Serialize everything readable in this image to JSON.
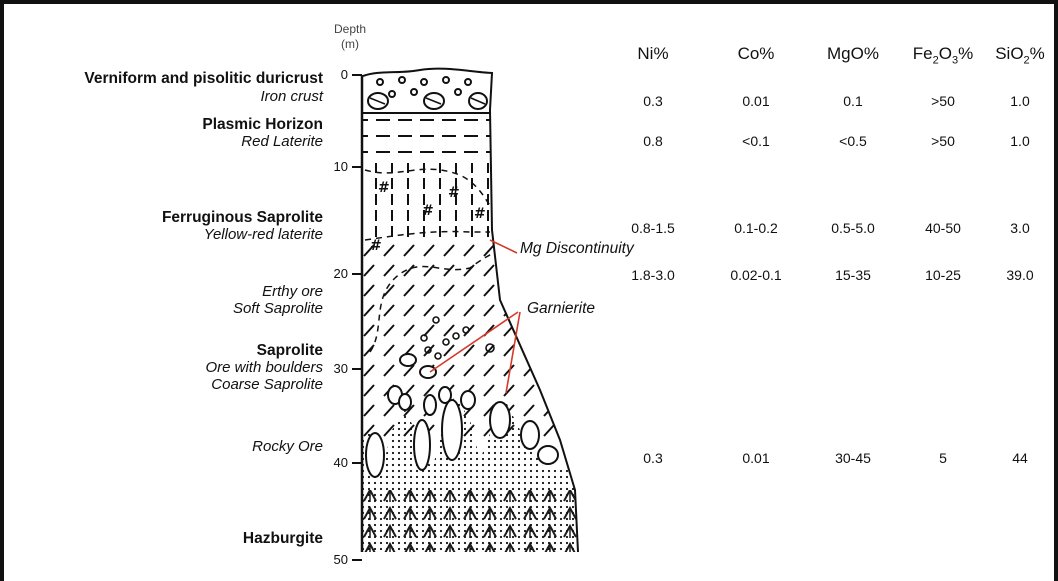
{
  "depth_axis": {
    "title_line1": "Depth",
    "title_line2": "(m)",
    "ticks": [
      "0",
      "10",
      "20",
      "30",
      "40",
      "50"
    ]
  },
  "layers": [
    {
      "name": "Verniform and pisolitic duricrust",
      "desc": ""
    },
    {
      "name": "",
      "desc": "Iron crust"
    },
    {
      "name": "Plasmic Horizon",
      "desc": "Red Laterite"
    },
    {
      "name": "Ferruginous Saprolite",
      "desc": "Yellow-red laterite"
    },
    {
      "name": "",
      "desc": "Erthy ore"
    },
    {
      "name": "",
      "desc": "Soft Saprolite"
    },
    {
      "name": "Saprolite",
      "desc": "Ore with boulders"
    },
    {
      "name": "",
      "desc": "Coarse Saprolite"
    },
    {
      "name": "",
      "desc": "Rocky Ore"
    },
    {
      "name": "Hazburgite",
      "desc": ""
    }
  ],
  "columns": [
    "Ni%",
    "Co%",
    "MgO%",
    "Fe2O3%",
    "SiO2%"
  ],
  "rows": [
    [
      "0.3",
      "0.01",
      "0.1",
      ">50",
      "1.0"
    ],
    [
      "0.8",
      "<0.1",
      "<0.5",
      ">50",
      "1.0"
    ],
    [
      "0.8-1.5",
      "0.1-0.2",
      "0.5-5.0",
      "40-50",
      "3.0"
    ],
    [
      "1.8-3.0",
      "0.02-0.1",
      "15-35",
      "10-25",
      "39.0"
    ],
    [
      "0.3",
      "0.01",
      "30-45",
      "5",
      "44"
    ]
  ],
  "callouts": {
    "mg": "Mg Discontinuity",
    "garnierite": "Garnierite"
  },
  "colors": {
    "ink": "#111111",
    "callout_line": "#d43a2a"
  }
}
